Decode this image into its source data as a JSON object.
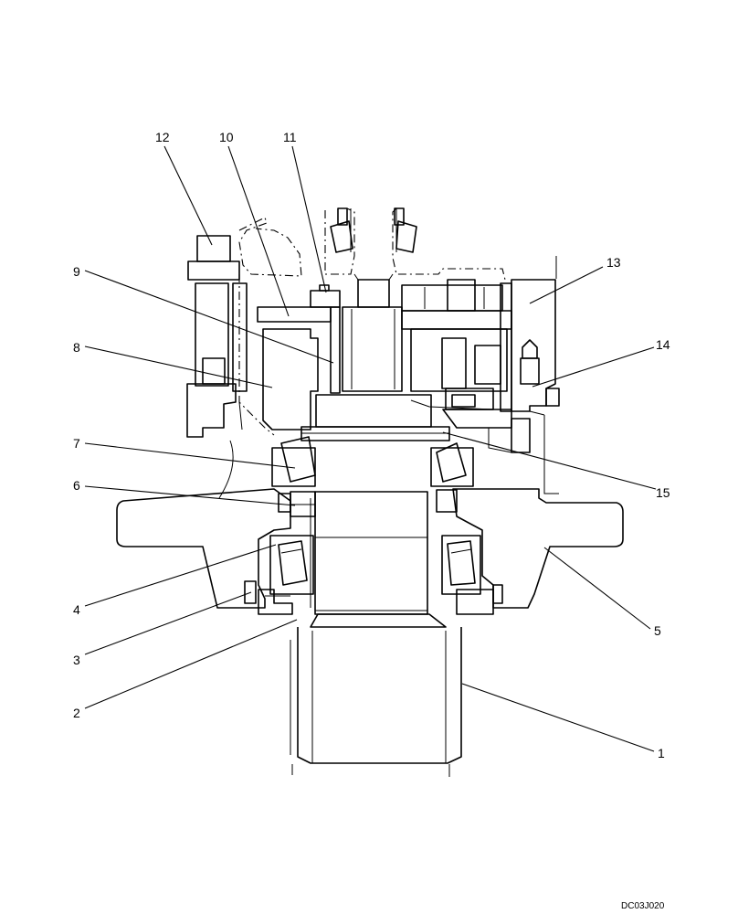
{
  "callouts": {
    "c1": "1",
    "c2": "2",
    "c3": "3",
    "c4": "4",
    "c5": "5",
    "c6": "6",
    "c7": "7",
    "c8": "8",
    "c9": "9",
    "c10": "10",
    "c11": "11",
    "c12": "12",
    "c13": "13",
    "c14": "14",
    "c15": "15"
  },
  "drawing_code": "DC03J020"
}
